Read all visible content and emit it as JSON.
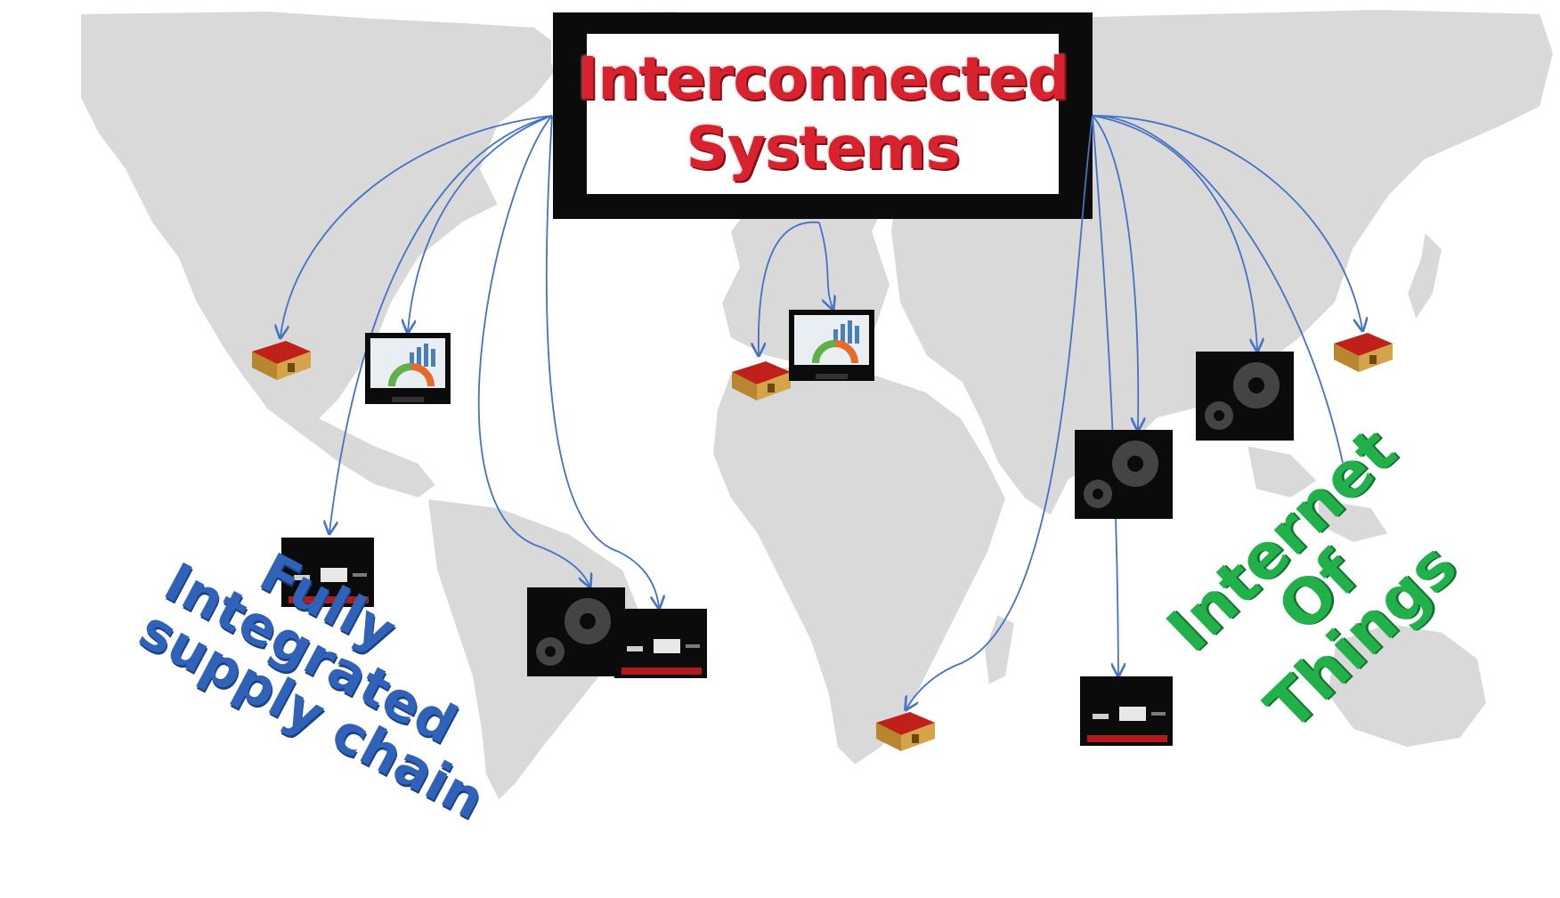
{
  "title": {
    "line1": "Interconnected",
    "line2": "Systems"
  },
  "left_caption": [
    "Fully",
    "Integrated",
    "supply chain"
  ],
  "right_caption": [
    "Internet",
    "Of",
    "Things"
  ],
  "colors": {
    "map_land": "#d9d9d9",
    "title_text": "#d8232f",
    "left_caption": "#2f62b8",
    "right_caption": "#21b04a",
    "connector": "#4472c4",
    "box": "#0b0b0b"
  },
  "icons": [
    "warehouse-icon",
    "dashboard-monitor-icon",
    "gears-icon",
    "truck-icon"
  ]
}
